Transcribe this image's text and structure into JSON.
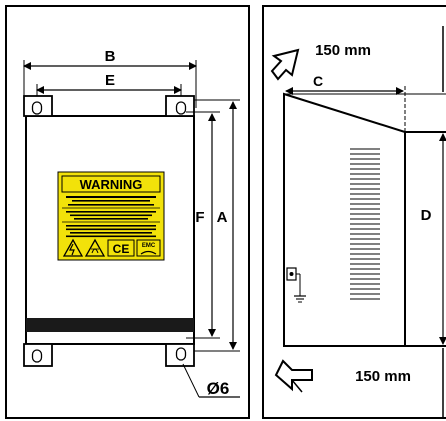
{
  "front_view": {
    "dimensions": {
      "b": "B",
      "e": "E",
      "f": "F",
      "a": "A"
    },
    "hole_callout": "Ø6",
    "warning_label": {
      "title": "WARNING",
      "ce_mark": "CE",
      "emc_mark": "EMC"
    },
    "colors": {
      "label_fill": "#f2e20a",
      "stripe": "#1a1a1a"
    }
  },
  "side_view": {
    "dimensions": {
      "c": "C",
      "d": "D"
    },
    "top_clearance": "150 mm",
    "bottom_clearance": "150 mm"
  }
}
